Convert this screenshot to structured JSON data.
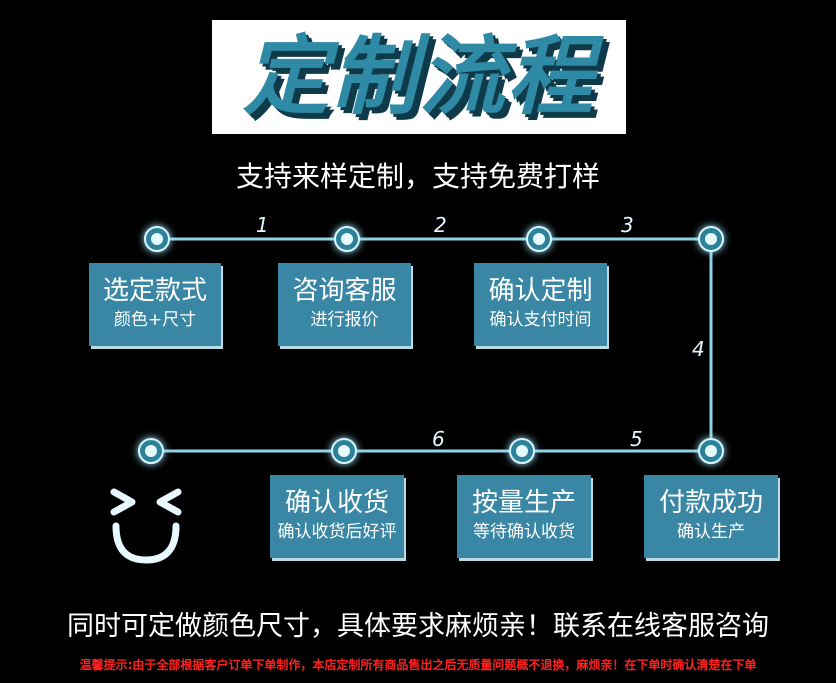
{
  "title": "定制流程",
  "subtitle": "支持来样定制，支持免费打样",
  "steps": {
    "n1": "1",
    "n2": "2",
    "n3": "3",
    "n4": "4",
    "n5": "5",
    "n6": "6"
  },
  "cards": {
    "select_style": {
      "title": "选定款式",
      "sub": "颜色+尺寸"
    },
    "consult_service": {
      "title": "咨询客服",
      "sub": "进行报价"
    },
    "confirm_custom": {
      "title": "确认定制",
      "sub": "确认支付时间"
    },
    "payment_success": {
      "title": "付款成功",
      "sub": "确认生产"
    },
    "production": {
      "title": "按量生产",
      "sub": "等待确认收货"
    },
    "confirm_receipt": {
      "title": "确认收货",
      "sub": "确认收货后好评"
    }
  },
  "slogan": "同时可定做颜色尺寸，具体要求麻烦亲！联系在线客服咨询",
  "notice": "温馨提示:由于全部根据客户订单下单制作，本店定制所有商品售出之后无质量问题概不退换，麻烦亲！在下单时确认清楚在下单",
  "colors": {
    "background": "#000000",
    "accent": "#3987a4",
    "title_color": "#2f8aa6",
    "notice_color": "#ff2020"
  },
  "icons": {
    "face": "smiley-face-icon",
    "node": "circle-node-icon"
  }
}
